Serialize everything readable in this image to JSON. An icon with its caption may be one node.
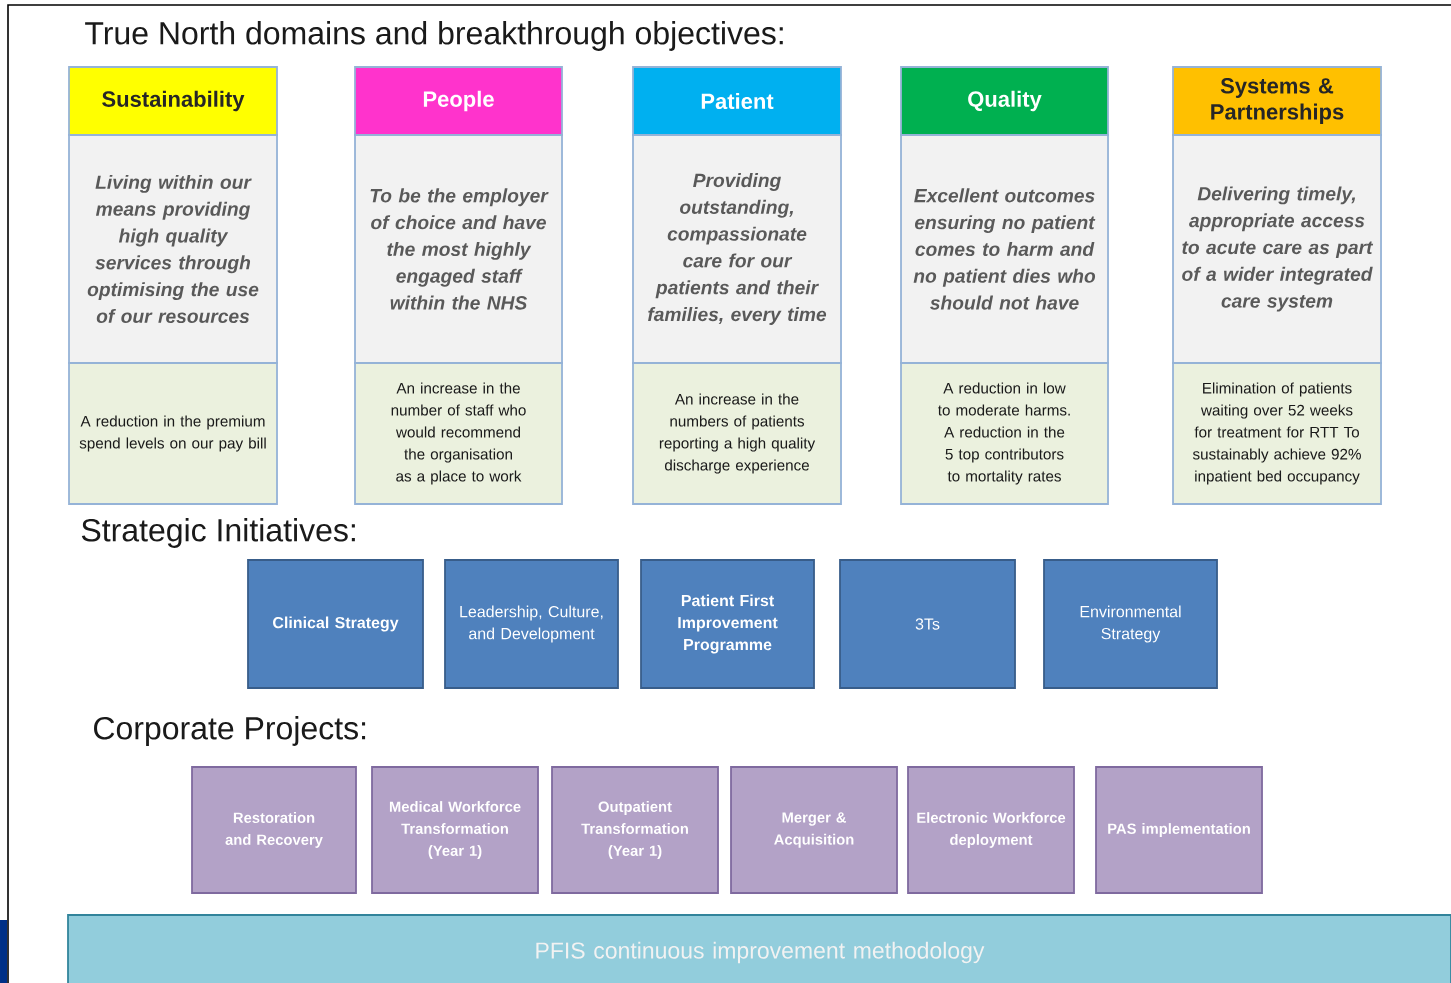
{
  "diagram": {
    "title": "True North domains and breakthrough objectives:",
    "nodes": [
      {
        "text": [
          "Sustainability"
        ]
      },
      {
        "text": [
          "People"
        ]
      },
      {
        "text": [
          "Patient"
        ]
      },
      {
        "text": [
          "Quality"
        ]
      },
      {
        "text": [
          "Systems & Partnerships"
        ]
      },
      {
        "text": [
          "Living within our means providing high quality services through optimising the use of our resources"
        ]
      },
      {
        "text": [
          "To be the employer of choice and have the most highly engaged staff within the NHS"
        ]
      },
      {
        "text": [
          "Providing outstanding, compassionate care for our patients and their families, every time"
        ]
      },
      {
        "text": [
          "Excellent outcomes ensuring no patient comes to harm and no patient dies who should not have"
        ]
      },
      {
        "text": [
          "Delivering timely, appropriate access to acute care as part of a wider integrated care system"
        ]
      },
      {
        "text": [
          "A reduction in the premium spend levels on our pay bill"
        ]
      },
      {
        "text": [
          "An increase in the number of staff who would recommend the organisation as a place to work"
        ]
      },
      {
        "text": [
          "An increase in the numbers of patients reporting a high quality discharge experience"
        ]
      },
      {
        "text": [
          "A reduction in low to moderate harms. A reduction in the 5 top contributors to mortality rates"
        ]
      },
      {
        "text": [
          "Elimination of patients waiting over 52 weeks for treatment for RTT To sustainably achieve 92% inpatient bed occupancy"
        ]
      },
      {
        "text": [
          "Clinical Strategy"
        ]
      },
      {
        "text": [
          "Leadership, Culture, and Development"
        ]
      },
      {
        "text": [
          "Patient First Improvement Programme"
        ]
      },
      {
        "text": [
          "3Ts"
        ]
      },
      {
        "text": [
          "Environmental Strategy"
        ]
      },
      {
        "text": [
          "Restoration and Recovery"
        ]
      },
      {
        "text": [
          "Medical Workforce Transformation (Year 1)"
        ]
      },
      {
        "text": [
          "Outpatient Transformation (Year 1)"
        ]
      },
      {
        "text": [
          "Merger & Acquisition"
        ]
      },
      {
        "text": [
          "Electronic Workforce deployment"
        ]
      },
      {
        "text": [
          "PAS implementation"
        ]
      },
      {
        "text": [
          "PFIS continuous improvement methodology"
        ]
      }
    ],
    "labels": [
      "Strategic Initiatives:",
      "Corporate Projects:"
    ]
  }
}
